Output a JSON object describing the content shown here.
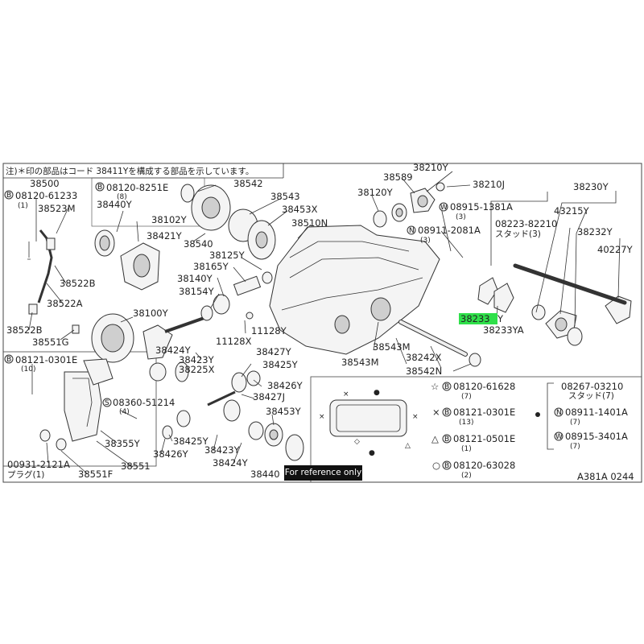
{
  "note": "注)＊印の部品はコード 38411Yを構成する部品を示しています。",
  "figure_code": "A381A 0244",
  "reference_badge": "For reference only",
  "highlight_color": "#2fe04a",
  "highlighted_part": {
    "main": "38233",
    "suffix": "Y"
  },
  "parts_left": {
    "p38500": "38500",
    "bolt_08120_61233": "08120-61233",
    "qty_1a": "(1)",
    "p38523M": "38523M",
    "p38522B_upper": "38522B",
    "p38522A": "38522A",
    "p38522B_lower": "38522B",
    "p38551G": "38551G",
    "bolt_08120_8251E": "08120-8251E",
    "qty_8": "(8)",
    "p38440Y_top": "38440Y",
    "p38102Y": "38102Y",
    "p38421Y": "38421Y",
    "p38540": "38540",
    "p38542": "38542",
    "p38543": "38543",
    "p38453X": "38453X",
    "p38510N": "38510N",
    "p38125Y": "38125Y",
    "p38165Y": "38165Y",
    "p38140Y": "38140Y",
    "p38154Y": "38154Y",
    "p38100Y": "38100Y",
    "p11128Y": "11128Y",
    "p11128X": "11128X"
  },
  "parts_right": {
    "p38210Y": "38210Y",
    "p38589": "38589",
    "p38210J": "38210J",
    "p38120Y": "38120Y",
    "w_08915_1381A": "08915-1381A",
    "qty_3a": "(3)",
    "n_08911_2081A": "08911-2081A",
    "qty_3b": "(3)",
    "stud_08223_82210": "08223-82210",
    "stud_label_3": "スタッド(3)",
    "p38230Y": "38230Y",
    "p43215Y": "43215Y",
    "p38232Y": "38232Y",
    "p40227Y": "40227Y",
    "p38233YA": "38233YA",
    "p38543M_a": "38543M",
    "p38543M_b": "38543M",
    "p38242X": "38242X",
    "p38542N": "38542N"
  },
  "parts_lower": {
    "bolt_08121_0301E": "08121-0301E",
    "qty_10": "(10)",
    "p38427Y": "38427Y",
    "p38424Y_a": "38424Y",
    "p38423Y_a": "38423Y",
    "p38225X": "38225X",
    "p38425Y_a": "38425Y",
    "p38426Y_a": "38426Y",
    "p38427J": "38427J",
    "s_08360_51214": "08360-51214",
    "qty_4": "(4)",
    "p38453Y": "38453Y",
    "p38355Y": "38355Y",
    "p38425Y_b": "38425Y",
    "p38426Y_b": "38426Y",
    "p38423Y_b": "38423Y",
    "p38424Y_b": "38424Y",
    "p38440_bottom": "38440",
    "p00931_2121A": "00931-2121A",
    "plug_label": "プラグ(1)",
    "p38551F": "38551F",
    "p38551": "38551"
  },
  "legend": {
    "star_bolt": "08120-61628",
    "star_qty": "(7)",
    "x_bolt": "08121-0301E",
    "x_qty": "(13)",
    "tri_bolt": "08121-0501E",
    "tri_qty": "(1)",
    "circ_bolt": "08120-63028",
    "circ_qty": "(2)",
    "stud": "08267-03210",
    "stud_label": "スタッド(7)",
    "nut": "08911-1401A",
    "nut_qty": "(7)",
    "washer": "08915-3401A",
    "washer_qty": "(7)"
  }
}
